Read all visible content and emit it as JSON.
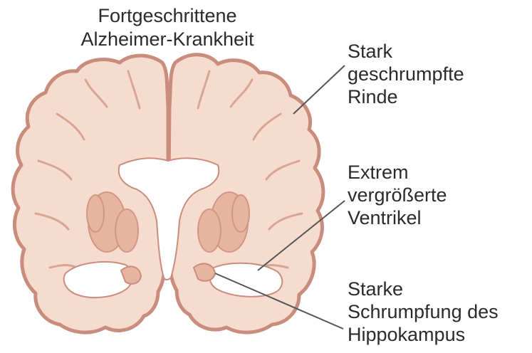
{
  "title": {
    "line1": "Fortgeschrittene",
    "line2": "Alzheimer-Krankheit"
  },
  "labels": {
    "cortex": [
      "Stark",
      "geschrumpfte",
      "Rinde"
    ],
    "ventricles": [
      "Extrem",
      "vergrößerte",
      "Ventrikel"
    ],
    "hippocampus": [
      "Starke",
      "Schrumpfung des",
      "Hippokampus"
    ]
  },
  "colors": {
    "tissue": "#f6dccf",
    "cortex_edge": "#c98d7e",
    "nuclei": "#e7b4a0",
    "ventricle": "#ffffff",
    "leader_line": "#555555",
    "text": "#2b2b2b"
  }
}
